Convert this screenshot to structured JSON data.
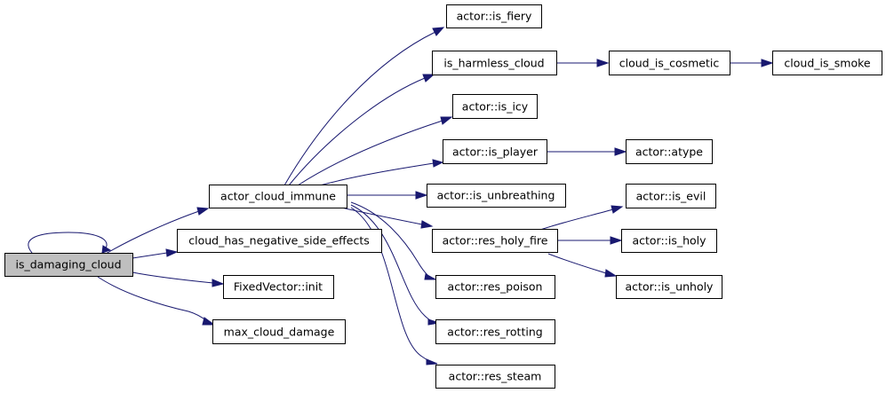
{
  "diagram": {
    "type": "call-graph",
    "colors": {
      "edge": "#191970",
      "root_fill": "#bfbfbf",
      "node_fill": "#ffffff",
      "node_border": "#000000"
    },
    "nodes": {
      "is_damaging_cloud": "is_damaging_cloud",
      "actor_cloud_immune": "actor_cloud_immune",
      "cloud_has_negative_side_effects": "cloud_has_negative_side_effects",
      "fixedvector_init": "FixedVector::init",
      "max_cloud_damage": "max_cloud_damage",
      "actor_is_fiery": "actor::is_fiery",
      "is_harmless_cloud": "is_harmless_cloud",
      "cloud_is_cosmetic": "cloud_is_cosmetic",
      "cloud_is_smoke": "cloud_is_smoke",
      "actor_is_icy": "actor::is_icy",
      "actor_is_player": "actor::is_player",
      "actor_atype": "actor::atype",
      "actor_is_unbreathing": "actor::is_unbreathing",
      "actor_res_holy_fire": "actor::res_holy_fire",
      "actor_is_evil": "actor::is_evil",
      "actor_is_holy": "actor::is_holy",
      "actor_is_unholy": "actor::is_unholy",
      "actor_res_poison": "actor::res_poison",
      "actor_res_rotting": "actor::res_rotting",
      "actor_res_steam": "actor::res_steam"
    },
    "edges": [
      {
        "from": "is_damaging_cloud",
        "to": "is_damaging_cloud"
      },
      {
        "from": "is_damaging_cloud",
        "to": "actor_cloud_immune"
      },
      {
        "from": "is_damaging_cloud",
        "to": "cloud_has_negative_side_effects"
      },
      {
        "from": "is_damaging_cloud",
        "to": "fixedvector_init"
      },
      {
        "from": "is_damaging_cloud",
        "to": "max_cloud_damage"
      },
      {
        "from": "actor_cloud_immune",
        "to": "actor_is_fiery"
      },
      {
        "from": "actor_cloud_immune",
        "to": "is_harmless_cloud"
      },
      {
        "from": "actor_cloud_immune",
        "to": "actor_is_icy"
      },
      {
        "from": "actor_cloud_immune",
        "to": "actor_is_player"
      },
      {
        "from": "actor_cloud_immune",
        "to": "actor_is_unbreathing"
      },
      {
        "from": "actor_cloud_immune",
        "to": "actor_res_holy_fire"
      },
      {
        "from": "actor_cloud_immune",
        "to": "actor_res_poison"
      },
      {
        "from": "actor_cloud_immune",
        "to": "actor_res_rotting"
      },
      {
        "from": "actor_cloud_immune",
        "to": "actor_res_steam"
      },
      {
        "from": "is_harmless_cloud",
        "to": "cloud_is_cosmetic"
      },
      {
        "from": "cloud_is_cosmetic",
        "to": "cloud_is_smoke"
      },
      {
        "from": "actor_is_player",
        "to": "actor_atype"
      },
      {
        "from": "actor_res_holy_fire",
        "to": "actor_is_evil"
      },
      {
        "from": "actor_res_holy_fire",
        "to": "actor_is_holy"
      },
      {
        "from": "actor_res_holy_fire",
        "to": "actor_is_unholy"
      }
    ]
  }
}
